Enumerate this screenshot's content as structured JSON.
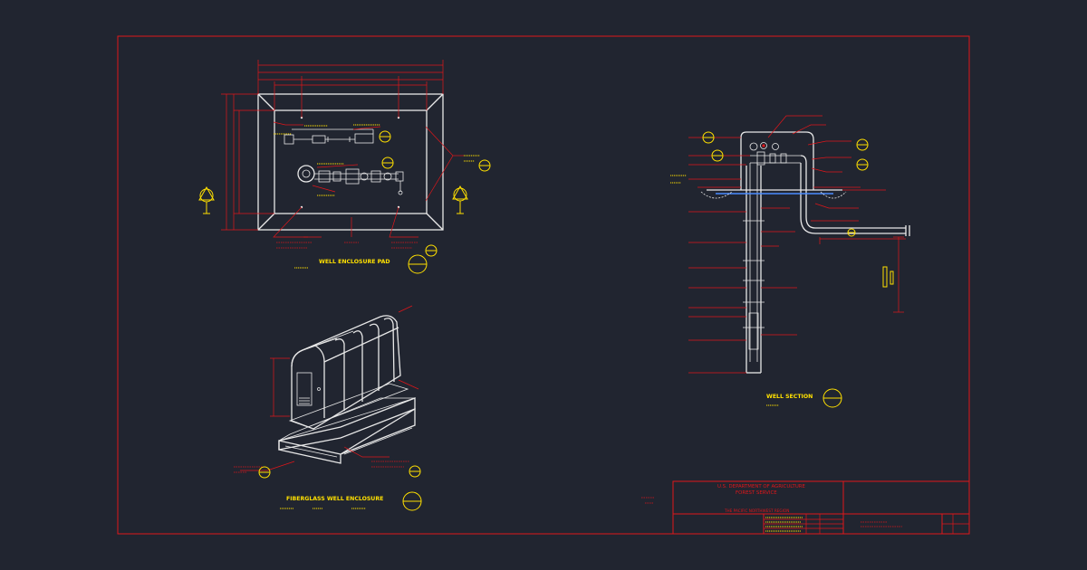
{
  "drawing": {
    "views": {
      "pad": {
        "title": "WELL ENCLOSURE PAD"
      },
      "enclosure": {
        "title": "FIBERGLASS WELL ENCLOSURE"
      },
      "section": {
        "title": "WELL SECTION"
      }
    },
    "title_block": {
      "agency_line1": "U.S. DEPARTMENT OF AGRICULTURE",
      "agency_line2": "FOREST SERVICE",
      "region": "THE PACIFIC NORTHWEST REGION"
    }
  },
  "colors": {
    "background": "#212530",
    "border": "#e0161a",
    "linework": "#e8e8e8",
    "annotation": "#ffe000",
    "water_table": "#4a8cff"
  }
}
